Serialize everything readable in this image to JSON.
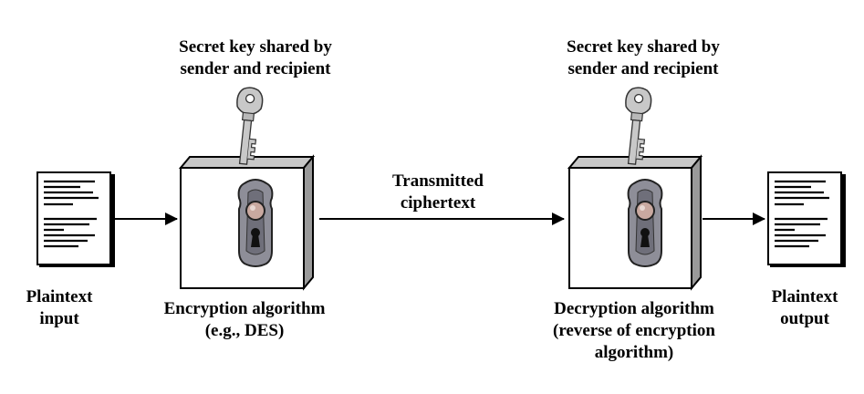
{
  "left_key_label": [
    "Secret key shared by",
    "sender and recipient"
  ],
  "right_key_label": [
    "Secret key shared by",
    "sender and recipient"
  ],
  "transmitted_label": [
    "Transmitted",
    "ciphertext"
  ],
  "plaintext_input_label": [
    "Plaintext",
    "input"
  ],
  "encryption_label": [
    "Encryption algorithm",
    "(e.g., DES)"
  ],
  "decryption_label": [
    "Decryption algorithm",
    "(reverse of encryption",
    "algorithm)"
  ],
  "plaintext_output_label": [
    "Plaintext",
    "output"
  ],
  "icons": {
    "key": "key-icon",
    "lock": "keyhole-lock-icon",
    "document": "document-icon",
    "arrow": "arrow-right-icon"
  },
  "colors": {
    "ink": "#000000",
    "box_side": "#9a9a9a",
    "box_top": "#c8c8c8",
    "lock_plate": "#8e8e98",
    "lock_knob": "#c9a9a0",
    "key_metal": "#c8c8c8"
  }
}
